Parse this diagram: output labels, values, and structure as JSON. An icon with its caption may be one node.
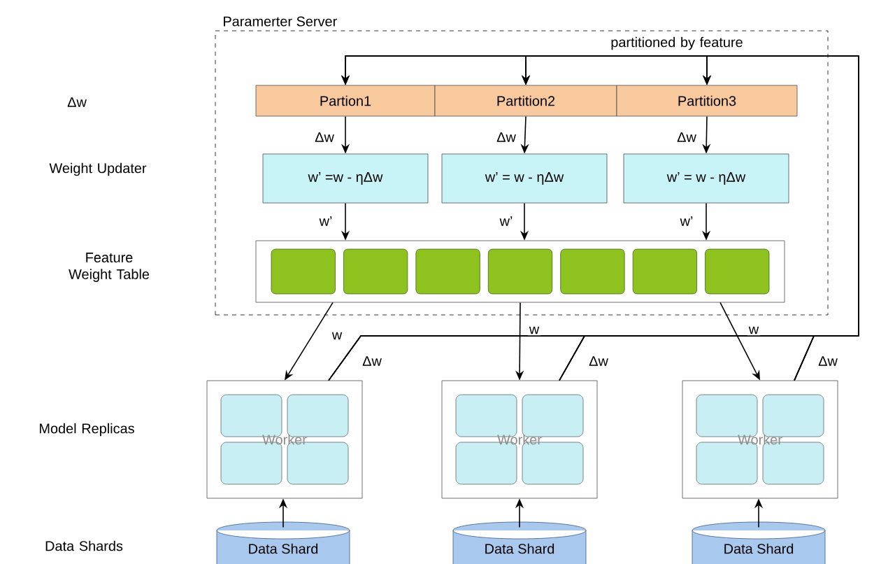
{
  "diagram": {
    "nodes": [
      {
        "text": [
          "Paramerter Server"
        ]
      },
      {
        "text": [
          "Partion1"
        ],
        "in": 0
      },
      {
        "text": [
          "Partition2"
        ],
        "in": 0
      },
      {
        "text": [
          "Partition3"
        ],
        "in": 0
      },
      {
        "text": [
          "w’ =w - ηΔw"
        ],
        "in": 0
      },
      {
        "text": [
          "w’ = w - ηΔw"
        ],
        "in": 0
      },
      {
        "text": [
          "w’ = w - ηΔw"
        ],
        "in": 0
      },
      {
        "text": [],
        "shape": "box",
        "in": 0
      },
      {
        "text": [
          "Worker"
        ]
      },
      {
        "text": [
          "Worker"
        ]
      },
      {
        "text": [
          "Worker"
        ]
      },
      {
        "text": [
          "Data Shard"
        ]
      },
      {
        "text": [
          "Data Shard"
        ]
      },
      {
        "text": [
          "Data Shard"
        ]
      }
    ],
    "edges": [
      {
        "from": 1,
        "to": 4,
        "arrow": "to",
        "label": "Δw"
      },
      {
        "from": 2,
        "to": 5,
        "arrow": "to",
        "label": "Δw"
      },
      {
        "from": 3,
        "to": 6,
        "arrow": "to",
        "label": "Δw"
      },
      {
        "from": 4,
        "to": 7,
        "arrow": "to",
        "label": "w’"
      },
      {
        "from": 5,
        "to": 7,
        "arrow": "to",
        "label": "w’"
      },
      {
        "from": 6,
        "to": 7,
        "arrow": "to",
        "label": "w’"
      },
      {
        "from": 7,
        "to": 8,
        "arrow": "to",
        "label": "w"
      },
      {
        "from": 7,
        "to": 9,
        "arrow": "to",
        "label": "w"
      },
      {
        "from": 7,
        "to": 10,
        "arrow": "to",
        "label": "w"
      },
      {
        "from": 8,
        "to": 1,
        "arrow": "to",
        "label": "Δw"
      },
      {
        "from": 8,
        "to": 2,
        "arrow": "to"
      },
      {
        "from": 8,
        "to": 3,
        "arrow": "to"
      },
      {
        "from": 9,
        "to": 1,
        "arrow": "to",
        "label": "Δw"
      },
      {
        "from": 9,
        "to": 2,
        "arrow": "to"
      },
      {
        "from": 9,
        "to": 3,
        "arrow": "to"
      },
      {
        "from": 10,
        "to": 1,
        "arrow": "to",
        "label": "Δw"
      },
      {
        "from": 10,
        "to": 2,
        "arrow": "to"
      },
      {
        "from": 10,
        "to": 3,
        "arrow": "to"
      },
      {
        "from": 11,
        "to": 8,
        "arrow": "to"
      },
      {
        "from": 12,
        "to": 9,
        "arrow": "to"
      },
      {
        "from": 13,
        "to": 10,
        "arrow": "to"
      }
    ],
    "labels": [
      "Δw",
      "Weight Updater",
      "Feature Weight Table",
      "Model Replicas",
      "Data Shards",
      "partitioned by feature"
    ]
  }
}
